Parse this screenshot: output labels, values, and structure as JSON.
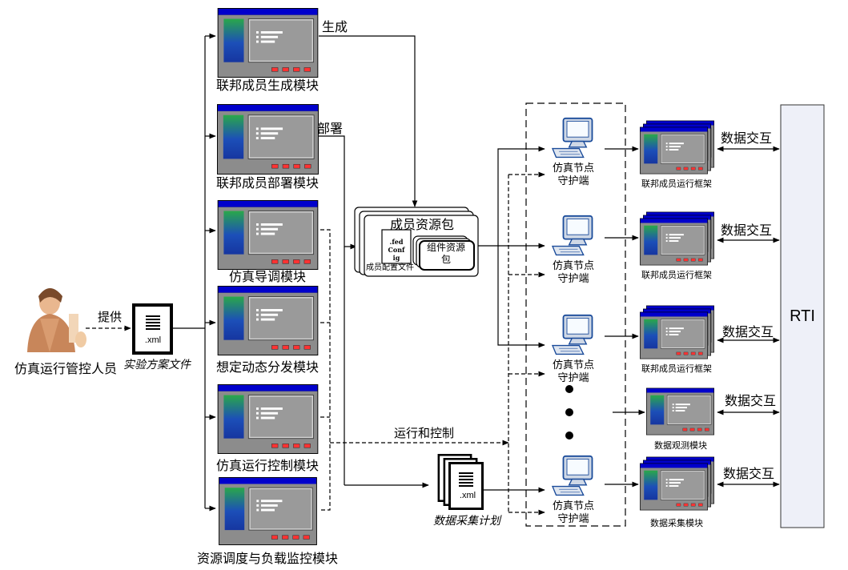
{
  "operator": {
    "label": "仿真运行管控人员"
  },
  "provide_label": "提供",
  "experiment_doc": {
    "ext": ".xml",
    "label": "实验方案文件"
  },
  "modules": [
    {
      "label": "联邦成员生成模块"
    },
    {
      "label": "联邦成员部署模块"
    },
    {
      "label": "仿真导调模块"
    },
    {
      "label": "想定动态分发模块"
    },
    {
      "label": "仿真运行控制模块"
    },
    {
      "label": "资源调度与负载监控模块"
    }
  ],
  "edge_labels": {
    "generate": "生成",
    "deploy": "部署",
    "run_control": "运行和控制"
  },
  "resource_pack": {
    "title": "成员资源包",
    "fed_config": "\n.fed\nConf\nig",
    "component_pack": "组件资源\n包",
    "config_file": "成员配置文件"
  },
  "collection_plan": {
    "ext": ".xml",
    "label": "数据采集计划"
  },
  "daemons": [
    {
      "label": "仿真节点\n守护端"
    },
    {
      "label": "仿真节点\n守护端"
    },
    {
      "label": "仿真节点\n守护端"
    },
    {
      "label": "仿真节点\n守护端"
    }
  ],
  "right_modules": [
    {
      "label": "联邦成员运行框架",
      "exchange": "数据交互"
    },
    {
      "label": "联邦成员运行框架",
      "exchange": "数据交互"
    },
    {
      "label": "联邦成员运行框架",
      "exchange": "数据交互"
    },
    {
      "label": "数据观测模块",
      "exchange": "数据交互"
    },
    {
      "label": "数据采集模块",
      "exchange": "数据交互"
    }
  ],
  "rti": {
    "label": "RTI"
  },
  "colors": {
    "titlebar": "#0000cc",
    "window_bg": "#8c8c8c",
    "rti_fill": "#eef0f8",
    "led": "#ff3333"
  }
}
